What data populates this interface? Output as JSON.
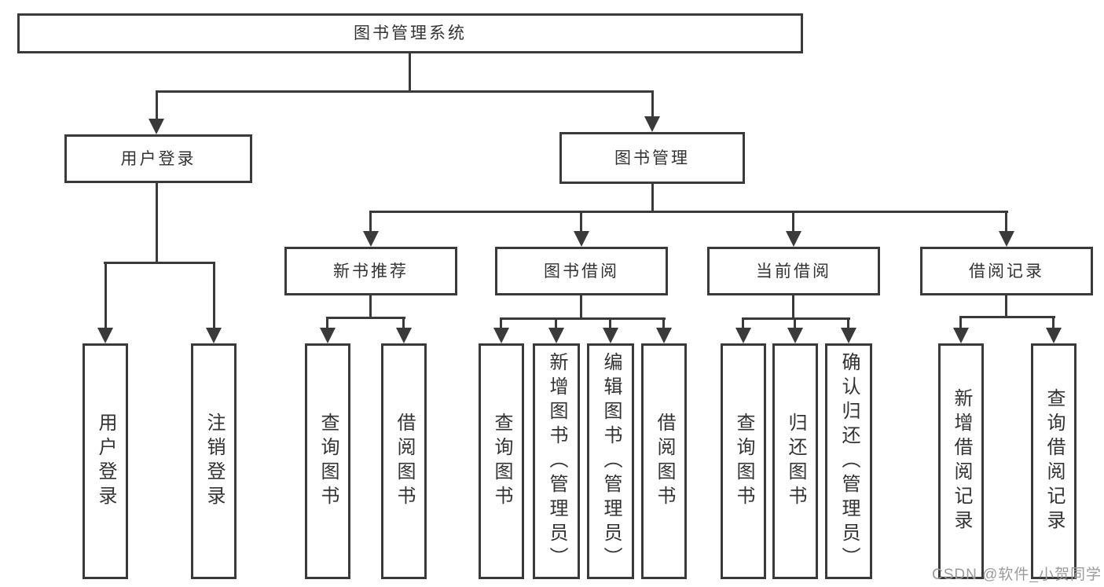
{
  "diagram": {
    "title": "图书管理系统",
    "nodes": {
      "root": "图书管理系统",
      "level2": {
        "userLogin": "用户登录",
        "bookManagement": "图书管理"
      },
      "userLoginChildren": {
        "login": "用户登录",
        "logout": "注销登录"
      },
      "bookManagementChildren": {
        "newBookRecommend": "新书推荐",
        "bookBorrowing": "图书借阅",
        "currentBorrowing": "当前借阅",
        "borrowingRecords": "借阅记录"
      },
      "newBookRecommendChildren": {
        "queryBooks": "查询图书",
        "borrowBooks": "借阅图书"
      },
      "bookBorrowingChildren": {
        "queryBooks": "查询图书",
        "addBooksAdmin": "新增图书（管理员）",
        "editBooksAdmin": "编辑图书（管理员）",
        "borrowBooks": "借阅图书"
      },
      "currentBorrowingChildren": {
        "queryBooks": "查询图书",
        "returnBooks": "归还图书",
        "confirmReturnAdmin": "确认归还（管理员）"
      },
      "borrowingRecordsChildren": {
        "addBorrowRecord": "新增借阅记录",
        "queryBorrowRecord": "查询借阅记录"
      }
    },
    "watermark": "CSDN @软件_小贺同学",
    "colors": {
      "line": "#3a3a3a",
      "text": "#333333",
      "watermark": "#9b9b9b"
    }
  }
}
